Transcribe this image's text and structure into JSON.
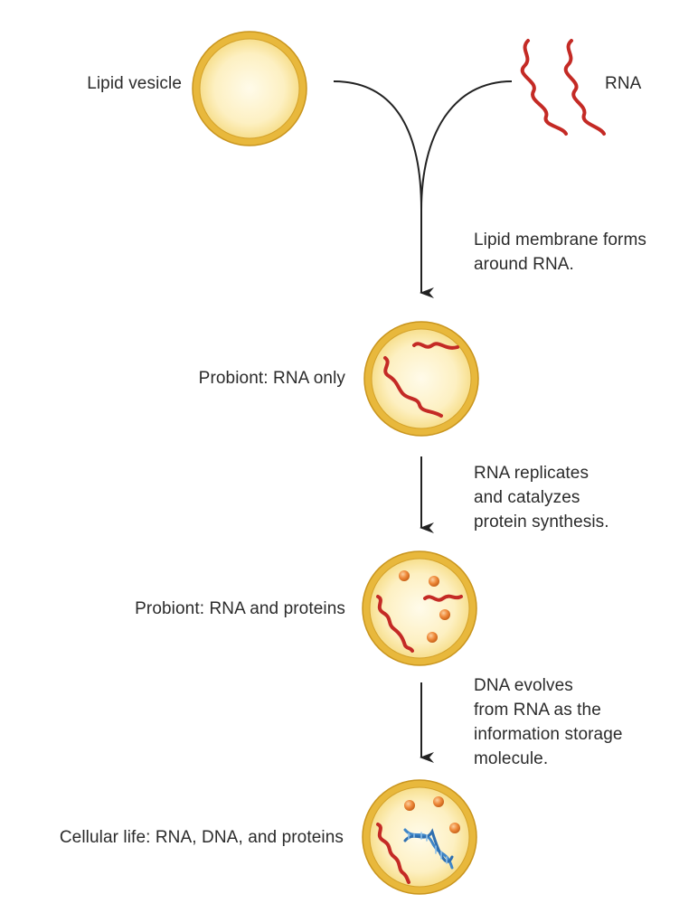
{
  "colors": {
    "membrane": "#e8b83c",
    "membrane_stroke": "#c9951e",
    "cell_fill_outer": "#fbe8a6",
    "cell_fill_inner": "#fffbea",
    "rna": "#c42a25",
    "dna_blue": "#3f86c8",
    "dna_rung": "#8dc0ea",
    "protein": "#ef8a3a",
    "arrow": "#222222",
    "text": "#2b2b2b"
  },
  "stages": {
    "vesicle_label": "Lipid vesicle",
    "rna_label": "RNA",
    "probiont_rna_label": "Probiont: RNA only",
    "probiont_protein_label": "Probiont: RNA and proteins",
    "cellular_label": "Cellular life: RNA, DNA, and proteins"
  },
  "steps": {
    "step1": [
      "Lipid membrane forms",
      "around RNA."
    ],
    "step2": [
      "RNA replicates",
      "and catalyzes",
      "protein synthesis."
    ],
    "step3": [
      "DNA evolves",
      "from RNA as the",
      "information storage",
      "molecule."
    ]
  },
  "icons": [
    "lipid-vesicle",
    "rna-strand",
    "protein-sphere",
    "dna-double-helix",
    "flow-arrow"
  ]
}
